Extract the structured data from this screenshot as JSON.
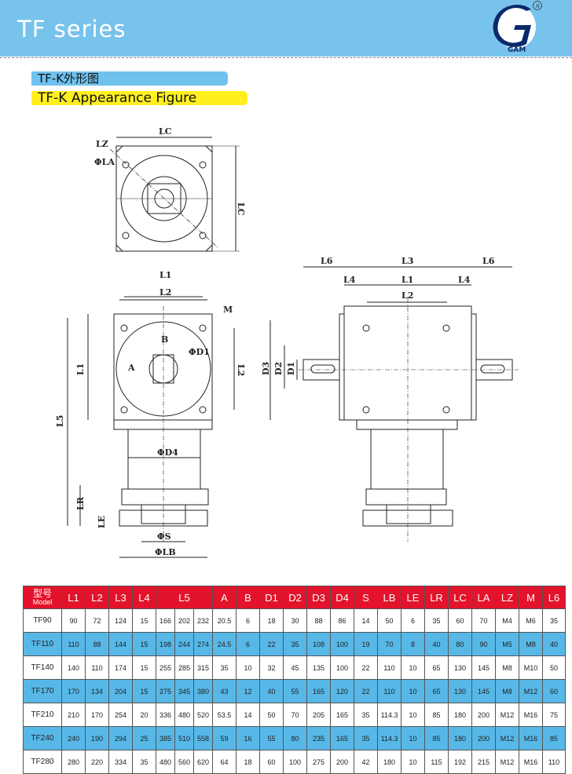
{
  "header": {
    "title": "TF  series",
    "logo_text": "GAM",
    "logo_mark": "®"
  },
  "labels": {
    "cn": "TF-K外形图",
    "en": "TF-K Appearance Figure"
  },
  "drawing_labels": {
    "top_view": [
      "LC",
      "LZ",
      "ΦLA",
      "LC"
    ],
    "front_view": [
      "L1",
      "L2",
      "M",
      "B",
      "ΦD1",
      "A",
      "L1",
      "L2",
      "L5",
      "ΦD4",
      "LR",
      "LE",
      "ΦS",
      "ΦLB"
    ],
    "side_view": [
      "L6",
      "L3",
      "L6",
      "L4",
      "L1",
      "L4",
      "L2",
      "D3",
      "D2",
      "D1"
    ]
  },
  "table": {
    "header_model_cn": "型号",
    "header_model_en": "Model",
    "headers": [
      "L1",
      "L2",
      "L3",
      "L4",
      "L5",
      "A",
      "B",
      "D1",
      "D2",
      "D3",
      "D4",
      "S",
      "LB",
      "LE",
      "LR",
      "LC",
      "LA",
      "LZ",
      "M",
      "L6"
    ],
    "rows": [
      [
        "TF90",
        "90",
        "72",
        "124",
        "15",
        "166",
        "202",
        "232",
        "20.5",
        "6",
        "18",
        "30",
        "88",
        "86",
        "14",
        "50",
        "6",
        "35",
        "60",
        "70",
        "M4",
        "M6",
        "35"
      ],
      [
        "TF110",
        "110",
        "88",
        "144",
        "15",
        "198",
        "244",
        "274",
        "24.5",
        "6",
        "22",
        "35",
        "108",
        "100",
        "19",
        "70",
        "8",
        "40",
        "80",
        "90",
        "M5",
        "M8",
        "40"
      ],
      [
        "TF140",
        "140",
        "110",
        "174",
        "15",
        "255",
        "285",
        "315",
        "35",
        "10",
        "32",
        "45",
        "135",
        "100",
        "22",
        "110",
        "10",
        "65",
        "130",
        "145",
        "M8",
        "M10",
        "50"
      ],
      [
        "TF170",
        "170",
        "134",
        "204",
        "15",
        "275",
        "345",
        "380",
        "43",
        "12",
        "40",
        "55",
        "165",
        "120",
        "22",
        "110",
        "10",
        "65",
        "130",
        "145",
        "M8",
        "M12",
        "60"
      ],
      [
        "TF210",
        "210",
        "170",
        "254",
        "20",
        "336",
        "480",
        "520",
        "53.5",
        "14",
        "50",
        "70",
        "205",
        "165",
        "35",
        "114.3",
        "10",
        "85",
        "180",
        "200",
        "M12",
        "M16",
        "75"
      ],
      [
        "TF240",
        "240",
        "190",
        "294",
        "25",
        "385",
        "510",
        "558",
        "59",
        "16",
        "55",
        "80",
        "235",
        "165",
        "35",
        "114.3",
        "10",
        "85",
        "180",
        "200",
        "M12",
        "M16",
        "85"
      ],
      [
        "TF280",
        "280",
        "220",
        "334",
        "35",
        "480",
        "560",
        "620",
        "64",
        "18",
        "60",
        "100",
        "275",
        "200",
        "42",
        "180",
        "10",
        "115",
        "192",
        "215",
        "M12",
        "M16",
        "110"
      ]
    ]
  }
}
